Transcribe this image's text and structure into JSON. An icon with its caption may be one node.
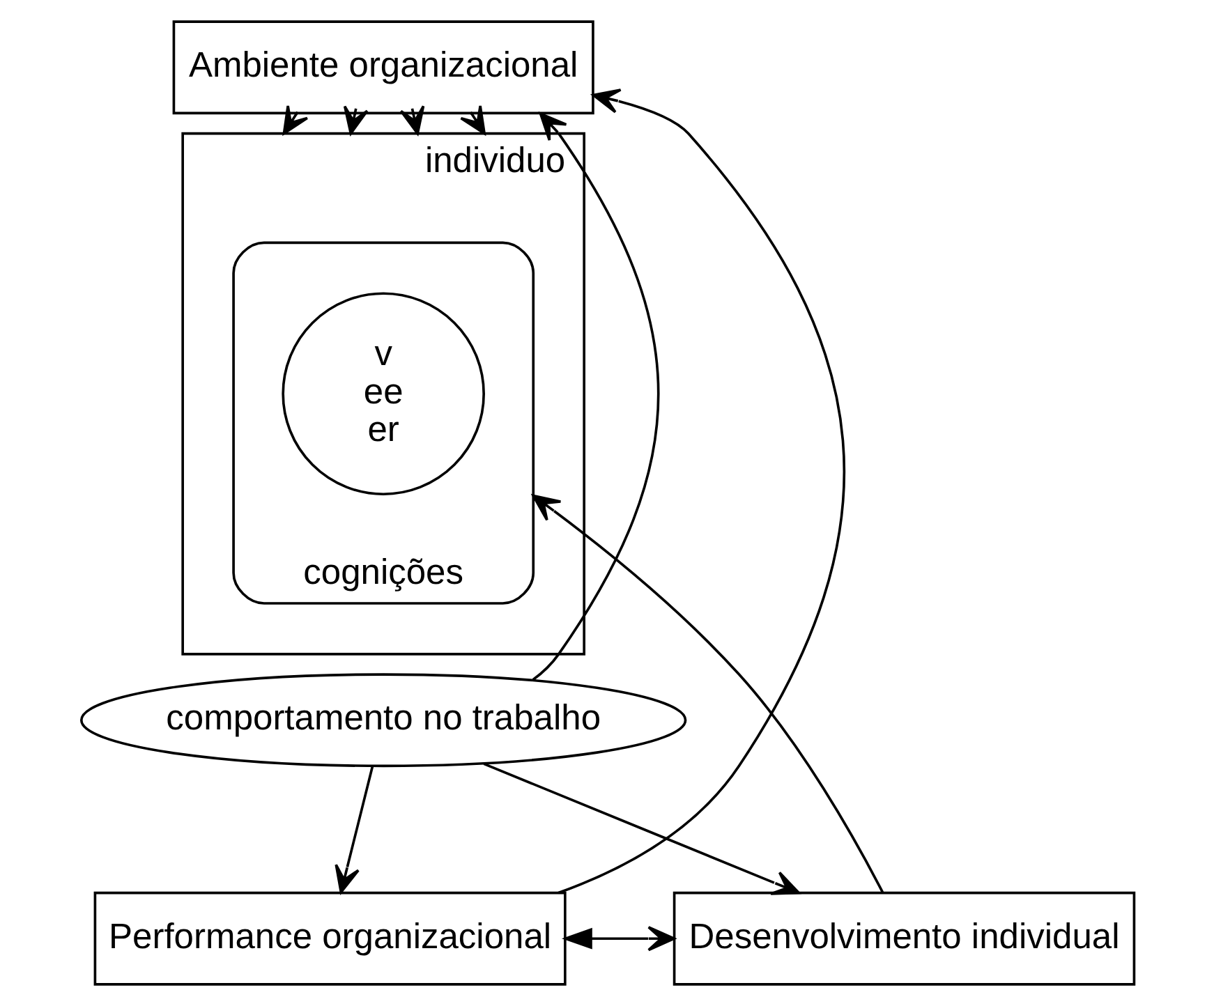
{
  "diagram": {
    "nodes": [
      {
        "text": [
          "Ambiente organizacional"
        ]
      },
      {
        "text": [
          "individuo"
        ]
      },
      {
        "text": [
          "cognições"
        ],
        "in": 1
      },
      {
        "text": [
          "v",
          "ee",
          "er"
        ],
        "in": 2
      },
      {
        "text": [
          "comportamento no trabalho"
        ]
      },
      {
        "text": [
          "Performance organizacional"
        ]
      },
      {
        "text": [
          "Desenvolvimento individual"
        ]
      }
    ],
    "edges": [
      {
        "from": 0,
        "to": 1,
        "arrow": "to"
      },
      {
        "from": 0,
        "to": 1,
        "arrow": "to"
      },
      {
        "from": 0,
        "to": 1,
        "arrow": "to"
      },
      {
        "from": 0,
        "to": 1,
        "arrow": "to"
      },
      {
        "from": 4,
        "to": 0,
        "arrow": "to"
      },
      {
        "from": 5,
        "to": 0,
        "arrow": "to"
      },
      {
        "from": 6,
        "to": 2,
        "arrow": "to"
      },
      {
        "from": 4,
        "to": 5,
        "arrow": "to"
      },
      {
        "from": 4,
        "to": 6,
        "arrow": "to"
      },
      {
        "from": 5,
        "to": 6,
        "arrow": "both"
      }
    ]
  }
}
